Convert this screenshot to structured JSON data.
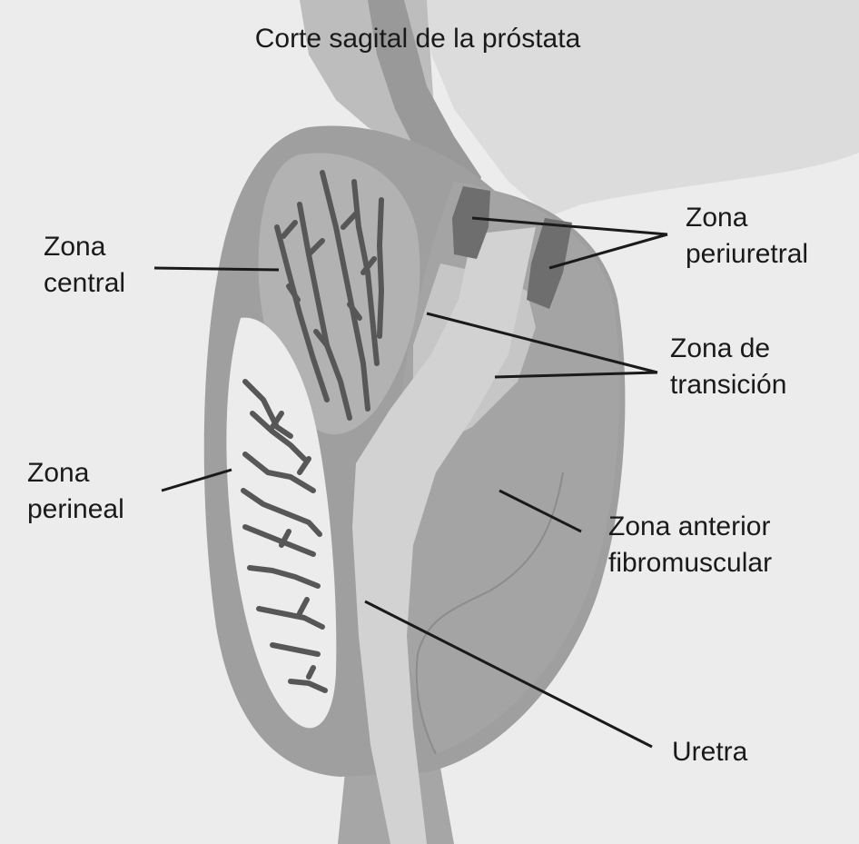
{
  "title": "Corte sagital de la próstata",
  "labels": {
    "periuretral": [
      "Zona",
      "periuretral"
    ],
    "central": [
      "Zona",
      "central"
    ],
    "transicion": [
      "Zona de",
      "transición"
    ],
    "perineal": [
      "Zona",
      "perineal"
    ],
    "anterior": [
      "Zona anterior",
      "fibromuscular"
    ],
    "uretra": [
      "Uretra"
    ]
  },
  "colors": {
    "background": "#ececec",
    "capsule": "#9f9f9f",
    "anterior_zone": "#a4a4a4",
    "central_zone": "#b2b2b2",
    "perineal_zone": "#ececec",
    "bladder": "#dcdcdc",
    "urethra": "#d2d2d2",
    "periurethral": "#6e6e6e",
    "ducts": "#575757",
    "text": "#1a1a1a"
  }
}
